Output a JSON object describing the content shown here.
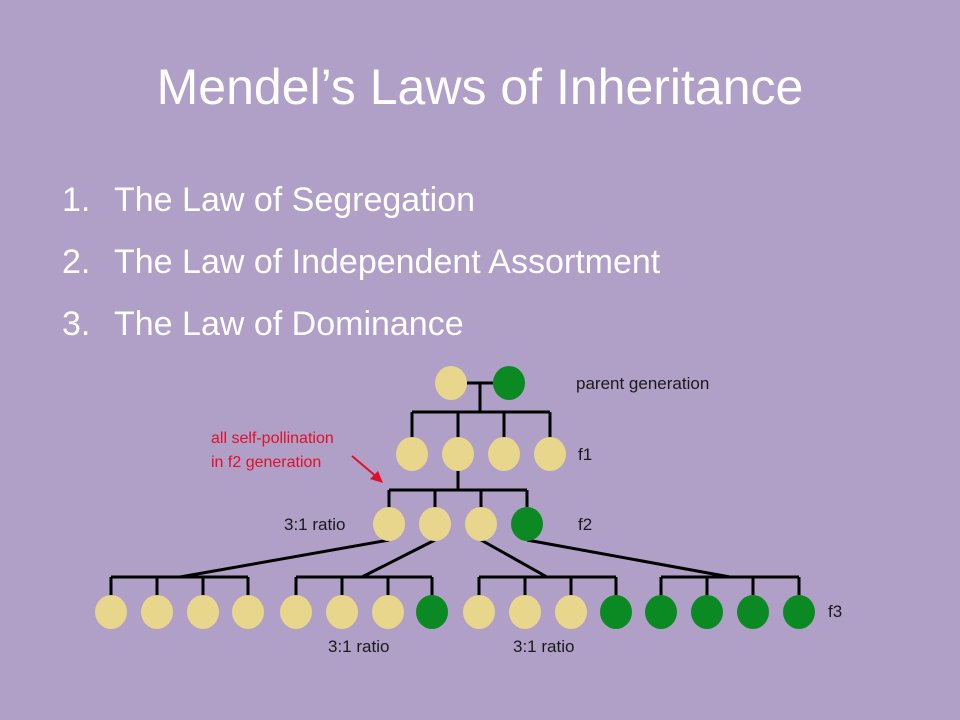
{
  "slide": {
    "title": "Mendel’s Laws of Inheritance",
    "laws": [
      {
        "num": "1.",
        "text": "The Law of Segregation"
      },
      {
        "num": "2.",
        "text": "The Law of Independent Assortment"
      },
      {
        "num": "3.",
        "text": "The Law of Dominance"
      }
    ]
  },
  "diagram": {
    "labels": {
      "parent": "parent generation",
      "f1": "f1",
      "f2": "f2",
      "f3": "f3",
      "self_pollination_line1": "all self-pollination",
      "self_pollination_line2": "in f2 generation",
      "f2_ratio": "3:1 ratio",
      "f3_ratio_a": "3:1 ratio",
      "f3_ratio_b": "3:1 ratio"
    },
    "colors": {
      "yellow": "#e8d68c",
      "green": "#0b8a23",
      "arrow": "#e0102a",
      "line": "#000000"
    },
    "generations": {
      "parent": [
        "yellow",
        "green"
      ],
      "f1": [
        "yellow",
        "yellow",
        "yellow",
        "yellow"
      ],
      "f2": [
        "yellow",
        "yellow",
        "yellow",
        "green"
      ],
      "f3": [
        "yellow",
        "yellow",
        "yellow",
        "yellow",
        "yellow",
        "yellow",
        "yellow",
        "green",
        "yellow",
        "yellow",
        "yellow",
        "green",
        "green",
        "green",
        "green",
        "green"
      ]
    }
  }
}
